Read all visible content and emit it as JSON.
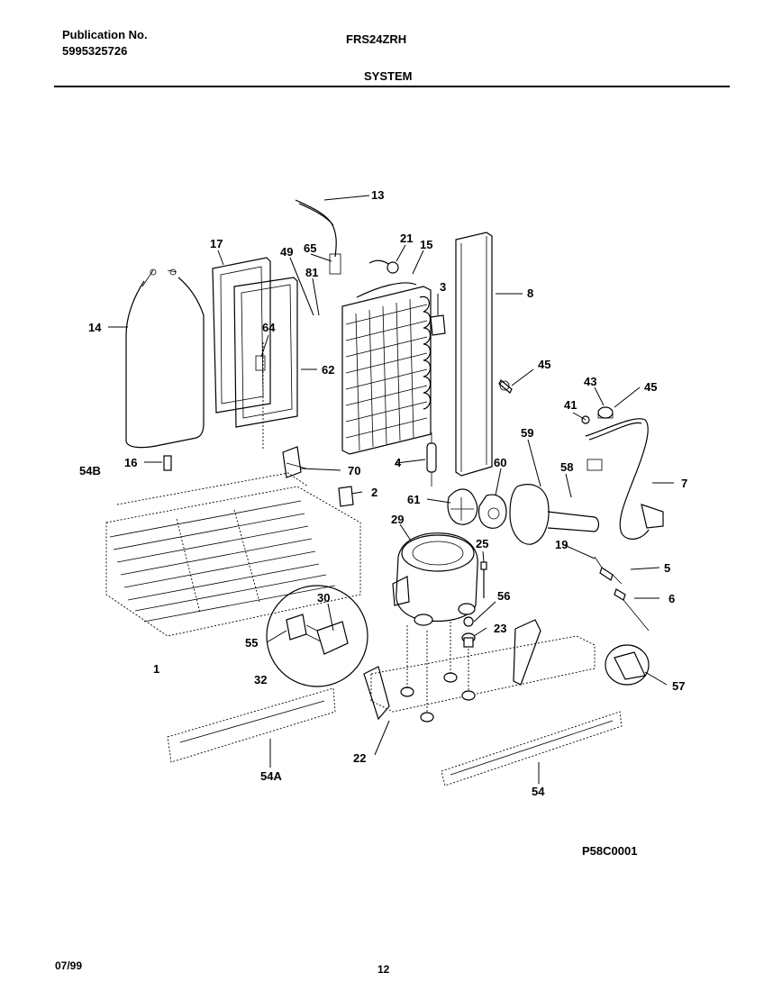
{
  "header": {
    "publication_label": "Publication No.",
    "publication_number": "5995325726",
    "model": "FRS24ZRH",
    "section": "SYSTEM"
  },
  "diagram_code": "P58C0001",
  "footer": {
    "date": "07/99",
    "page": "12"
  },
  "callouts": {
    "c13": "13",
    "c17": "17",
    "c49": "49",
    "c65": "65",
    "c21": "21",
    "c15": "15",
    "c81": "81",
    "c3": "3",
    "c8": "8",
    "c14": "14",
    "c64": "64",
    "c62": "62",
    "c45a": "45",
    "c43": "43",
    "c45b": "45",
    "c41": "41",
    "c59": "59",
    "c54B": "54B",
    "c16": "16",
    "c4": "4",
    "c70": "70",
    "c60": "60",
    "c58": "58",
    "c7": "7",
    "c2": "2",
    "c61": "61",
    "c29": "29",
    "c25": "25",
    "c19": "19",
    "c5": "5",
    "c6": "6",
    "c30": "30",
    "c56": "56",
    "c55": "55",
    "c23": "23",
    "c1": "1",
    "c32": "32",
    "c57": "57",
    "c22": "22",
    "c54A": "54A",
    "c54": "54"
  }
}
